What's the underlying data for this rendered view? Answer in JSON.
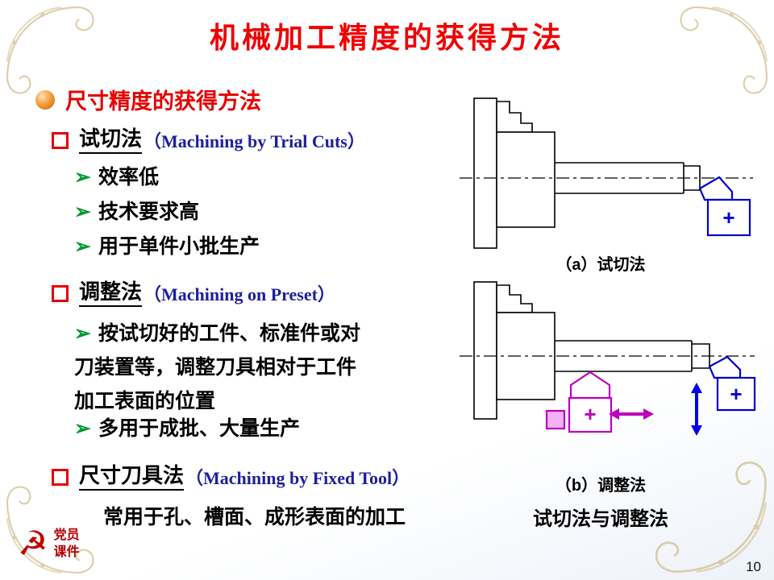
{
  "slide": {
    "title": "机械加工精度的获得方法",
    "page_number": "10"
  },
  "content": {
    "section_heading": "尺寸精度的获得方法",
    "items": [
      {
        "label": "试切法",
        "label_en": "（Machining by Trial Cuts）",
        "points": [
          "效率低",
          "技术要求高",
          "用于单件小批生产"
        ]
      },
      {
        "label": "调整法",
        "label_en": "（Machining on Preset）",
        "points": [
          "按试切好的工件、标准件或对刀装置等，调整刀具相对于工件加工表面的位置",
          "多用于成批、大量生产"
        ]
      },
      {
        "label": "尺寸刀具法",
        "label_en": "（Machining by Fixed Tool）",
        "note": "常用于孔、槽面、成形表面的加工"
      }
    ]
  },
  "figures": {
    "caption_a": "（a）试切法",
    "caption_b": "（b）调整法",
    "caption_main": "试切法与调整法",
    "plus": "+"
  },
  "logo": {
    "line1": "党员",
    "line2": "课件"
  },
  "icons": {
    "arrow_bullet": "➢",
    "party_emblem": "☭"
  },
  "colors": {
    "title_red": "#f00000",
    "accent_red": "#e60000",
    "green": "#009933",
    "navy": "#1f1f9c",
    "tool_blue": "#0000cc",
    "tool_magenta": "#bb00bb",
    "ornament_tan": "#d9c9a2"
  }
}
